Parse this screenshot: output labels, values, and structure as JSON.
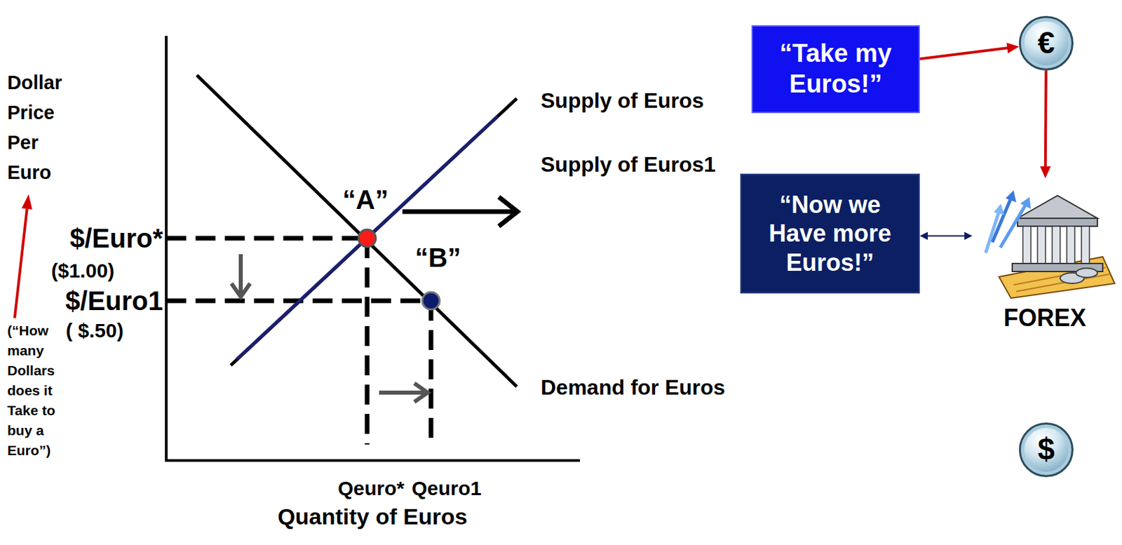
{
  "diagram": {
    "nodes": [
      {
        "text": [
          "“Take my Euros!”"
        ]
      },
      {
        "text": [
          "€"
        ]
      },
      {
        "text": [
          "“Now we Have more Euros!”"
        ]
      },
      {
        "text": [
          "FOREX"
        ]
      },
      {
        "text": [
          "$"
        ]
      }
    ],
    "edges": [
      {
        "from": 0,
        "to": 1,
        "arrow": "to"
      },
      {
        "from": 1,
        "to": 3,
        "arrow": "to"
      },
      {
        "from": 2,
        "to": 3,
        "arrow": "both"
      }
    ],
    "labels": [
      "Dollar Price Per Euro",
      "(“How many Dollars does it Take to buy a Euro”)",
      "$/Euro*",
      "($1.00)",
      "$/Euro1",
      "( $.50)",
      "“A”",
      "“B”",
      "Supply of Euros",
      "Supply of Euros1",
      "Demand for Euros",
      "Qeuro*",
      "Qeuro1",
      "Quantity of Euros"
    ]
  }
}
